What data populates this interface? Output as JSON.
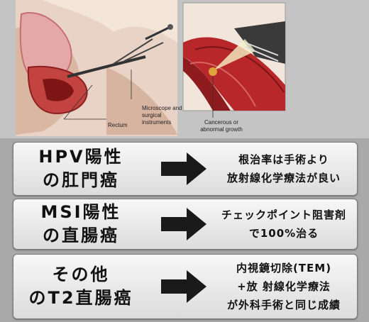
{
  "illustration": {
    "label_microscope": "Microscope and surgical instruments",
    "label_rectum": "Rectum",
    "label_cancer": "Cancerous or abnormal growth"
  },
  "panels": [
    {
      "left_lines": [
        "HPV陽性",
        "の肛門癌"
      ],
      "right_lines": [
        "根治率は手術より",
        "放射線化学療法が良い"
      ]
    },
    {
      "left_lines": [
        "MSI陽性",
        "の直腸癌"
      ],
      "right_lines": [
        "チェックポイント阻害剤",
        "で100%治る"
      ]
    },
    {
      "left_lines": [
        "その他",
        "のT2直腸癌"
      ],
      "right_lines": [
        "内視鏡切除(TEM)",
        "+放 射線化学療法",
        "が外科手術と同じ成績"
      ]
    }
  ],
  "colors": {
    "arrow": "#1a1a1a",
    "tissue": "#b8272a",
    "background": "#a9a9a9"
  }
}
